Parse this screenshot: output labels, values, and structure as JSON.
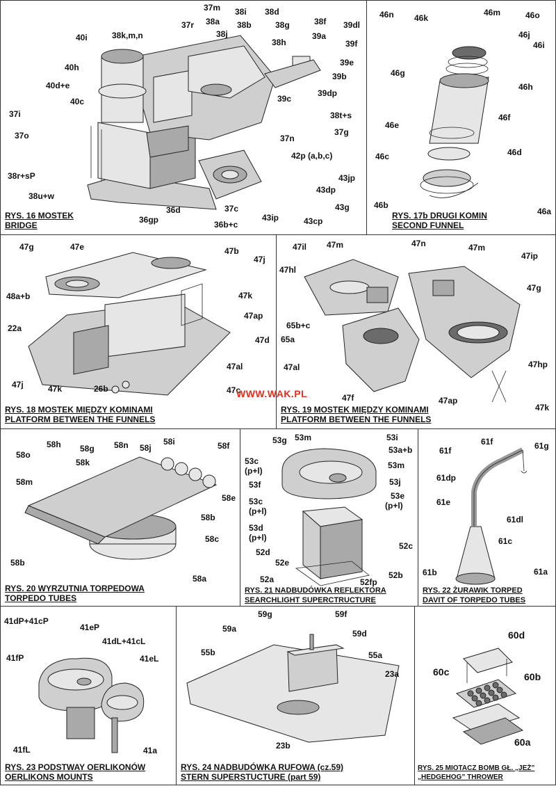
{
  "watermark": "WWW.WAK.PL",
  "panels": {
    "p16": {
      "caption_pl": "RYS. 16 MOSTEK",
      "caption_en": "BRIDGE",
      "labels": [
        "37m",
        "38i",
        "38d",
        "37r",
        "38a",
        "38k,m,n",
        "38j",
        "38b",
        "38g",
        "38f",
        "39dl",
        "40i",
        "38h",
        "39a",
        "39f",
        "40h",
        "39e",
        "40d+e",
        "39b",
        "40c",
        "39dp",
        "39c",
        "37i",
        "38t+s",
        "37o",
        "37g",
        "37n",
        "42p (a,b,c)",
        "38r+sP",
        "43jp",
        "43dp",
        "38u+w",
        "43g",
        "36d",
        "37c",
        "36gp",
        "43ip",
        "43cp",
        "36b+c"
      ]
    },
    "p17": {
      "caption_pl": "RYS. 17b DRUGI KOMIN",
      "caption_en": "SECOND FUNNEL",
      "labels": [
        "46n",
        "46k",
        "46m",
        "46o",
        "46j",
        "46i",
        "46g",
        "46h",
        "46f",
        "46e",
        "46d",
        "46c",
        "46b",
        "46a"
      ]
    },
    "p18": {
      "caption_pl": "RYS. 18 MOSTEK MIĘDZY KOMINAMI",
      "caption_en": "PLATFORM BETWEEN THE FUNNELS",
      "labels": [
        "47g",
        "47e",
        "47b",
        "47j",
        "48a+b",
        "47k",
        "47ap",
        "22a",
        "47d",
        "47al",
        "47j",
        "47k",
        "26b",
        "47c"
      ]
    },
    "p19": {
      "caption_pl": "RYS. 19 MOSTEK MIĘDZY KOMINAMI",
      "caption_en": "PLATFORM BETWEEN THE FUNNELS",
      "labels": [
        "47il",
        "47m",
        "47n",
        "47m",
        "47hl",
        "47ip",
        "47g",
        "65b+c",
        "65a",
        "47al",
        "47hp",
        "47f",
        "47ap",
        "47k"
      ]
    },
    "p20": {
      "caption_pl": "RYS. 20 WYRZUTNIA TORPEDOWA",
      "caption_en": "TORPEDO TUBES",
      "labels": [
        "58h",
        "58g",
        "58n",
        "58j",
        "58i",
        "58o",
        "58f",
        "58k",
        "58m",
        "58e",
        "58b",
        "58c",
        "58b",
        "58a"
      ]
    },
    "p21": {
      "caption_pl": "RYS. 21 NADBUDÓWKA REFLEKTORA",
      "caption_en": "SEARCHLIGHT SUPERCTRUCTURE",
      "labels": [
        "53g",
        "53m",
        "53i",
        "53a+b",
        "53c",
        "(p+l)",
        "53m",
        "53f",
        "53j",
        "53c",
        "(p+l)",
        "53e",
        "(p+l)",
        "53d",
        "(p+l)",
        "52c",
        "52d",
        "52e",
        "52a",
        "52fp",
        "52b"
      ]
    },
    "p22": {
      "caption_pl": "RYS. 22 ŻURAWIK TORPED",
      "caption_en": "DAVIT OF TORPEDO TUBES",
      "labels": [
        "61f",
        "61f",
        "61g",
        "61dp",
        "61e",
        "61dl",
        "61c",
        "61b",
        "61a"
      ]
    },
    "p23": {
      "caption_pl": "RYS. 23 PODSTWAY OERLIKONÓW",
      "caption_en": "OERLIKONS MOUNTS",
      "labels": [
        "41dP+41cP",
        "41eP",
        "41dL+41cL",
        "41fP",
        "41eL",
        "41fL",
        "41a"
      ]
    },
    "p24": {
      "caption_pl": "RYS. 24 NADBUDÓWKA RUFOWA (cz.59)",
      "caption_en": "STERN SUPERSTUCTURE (part 59)",
      "labels": [
        "59g",
        "59f",
        "59a",
        "59d",
        "55b",
        "55a",
        "23a",
        "23b"
      ]
    },
    "p25": {
      "caption_pl": "RYS. 25 MIOTACZ BOMB GŁ. „JEŻ”",
      "caption_en": "„HEDGEHOG” THROWER",
      "labels": [
        "60d",
        "60c",
        "60b",
        "60a"
      ]
    }
  }
}
